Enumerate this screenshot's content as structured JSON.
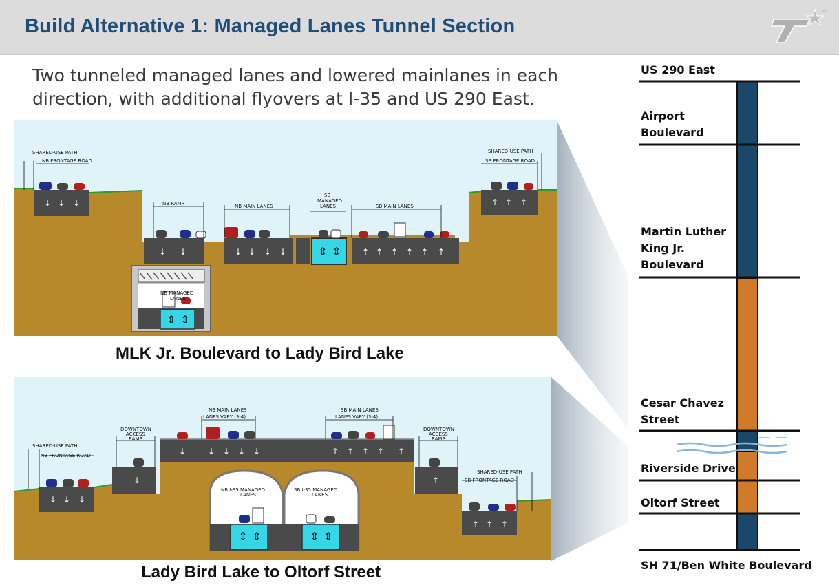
{
  "header": {
    "title": "Build Alternative 1: Managed Lanes Tunnel Section",
    "logo_icon": "txdot-star-logo-icon"
  },
  "subtitle": "Two tunneled managed lanes and lowered mainlanes in each direction, with additional flyovers at I-35 and US 290 East.",
  "section1": {
    "caption": "MLK Jr. Boulevard to Lady Bird Lake",
    "labels": {
      "shared_left": "SHARED-USE PATH",
      "nb_frontage": "NB FRONTAGE ROAD",
      "nb_ramp": "NB RAMP",
      "nb_main": "NB MAIN LANES",
      "sb_managed_1": "SB",
      "sb_managed_2": "MANAGED",
      "sb_managed_3": "LANES",
      "sb_main": "SB MAIN LANES",
      "shared_right": "SHARED-USE PATH",
      "sb_frontage": "SB FRONTAGE ROAD",
      "nb_managed_1": "NB MANAGED",
      "nb_managed_2": "LANES"
    }
  },
  "section2": {
    "caption": "Lady Bird Lake to Oltorf Street",
    "labels": {
      "shared_left": "SHARED-USE PATH",
      "nb_frontage": "NB FRONTAGE ROAD",
      "downtown_left_1": "DOWNTOWN",
      "downtown_left_2": "ACCESS",
      "downtown_left_3": "RAMP",
      "nb_main": "NB MAIN LANES",
      "nb_vary": "LANES VARY (3-4)",
      "sb_main": "SB MAIN LANES",
      "sb_vary": "LANES VARY (3-4)",
      "downtown_right_1": "DOWNTOWN",
      "downtown_right_2": "ACCESS",
      "downtown_right_3": "RAMP",
      "shared_right": "SHARED-USE PATH",
      "sb_frontage": "SB FRONTAGE ROAD",
      "nb_i35_1": "NB I-35 MANAGED",
      "nb_i35_2": "LANES",
      "sb_i35_1": "SB I-35 MANAGED",
      "sb_i35_2": "LANES"
    }
  },
  "corridor": {
    "locations": {
      "us290": "US 290 East",
      "airport": "Airport Boulevard",
      "mlk": "Martin Luther King Jr. Boulevard",
      "cesar": "Cesar Chavez Street",
      "riverside": "Riverside Drive",
      "oltorf": "Oltorf Street",
      "sh71": "SH 71/Ben White Boulevard"
    },
    "colors": {
      "bar_blue": "#1b4768",
      "bar_orange": "#d07a2a",
      "water": "#8ab4d8"
    }
  },
  "colors": {
    "title": "#1f4e79",
    "sky": "#dff3f8",
    "soil": "#b8892a",
    "road": "#4a4a4a",
    "managed": "#35d7e6"
  }
}
